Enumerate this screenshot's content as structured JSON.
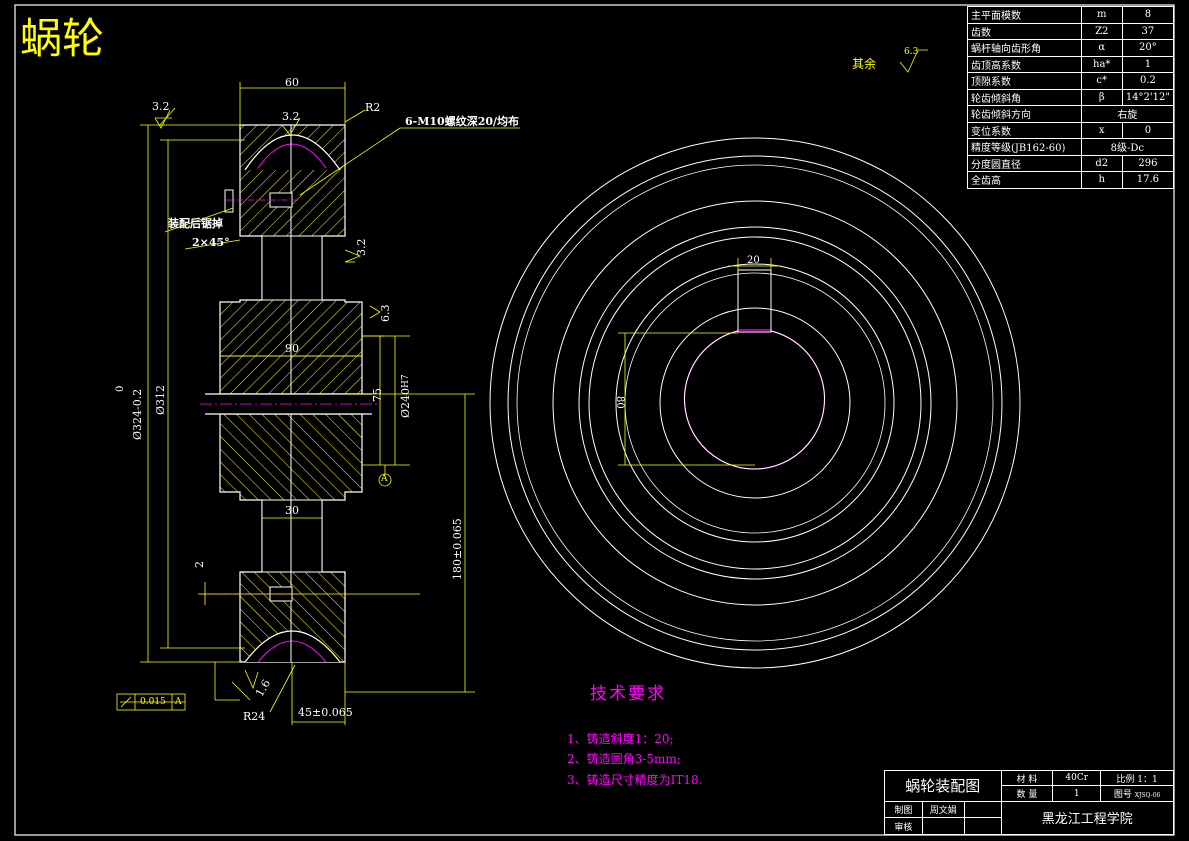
{
  "drawing_title": "蜗轮",
  "surface_note": {
    "label": "其余",
    "roughness": "6.3"
  },
  "section_view": {
    "dims": {
      "width_top": "60",
      "radius_top": "R2",
      "roughness_top_left": "3.2",
      "roughness_top_mid": "3.2",
      "tapped_holes": "6-M10螺纹深20/均布",
      "weld_note": "装配后锯掉",
      "chamfer": "2×45°",
      "roughness_right_web": "3.2",
      "roughness_hub": "6.3",
      "hub_width": "90",
      "dia_outer": "Ø324-0.2",
      "dia_outer_tol_upper": "0",
      "dia_throat": "Ø312",
      "dia_bore": "Ø240",
      "dia_bore_tol": "H7",
      "key_offset": "75",
      "datum": "A",
      "web_width": "30",
      "offset_2": "2",
      "center_distance": "180±0.065",
      "roughness_bottom": "1.6",
      "radius_bottom": "R24",
      "half_width": "45±0.065",
      "runout_value": "0.015",
      "runout_datum": "A"
    }
  },
  "end_view": {
    "keyway_width": "20",
    "bore_dim": "80"
  },
  "tech_requirements": {
    "title": "技术要求",
    "items": [
      "1、铸造斜度1：20;",
      "2、铸造圆角3-5mm;",
      "3、铸造尺寸精度为IT18."
    ]
  },
  "param_table": [
    {
      "name": "主平面模数",
      "sym": "m",
      "val": "8"
    },
    {
      "name": "齿数",
      "sym": "Z2",
      "val": "37"
    },
    {
      "name": "蜗杆轴向齿形角",
      "sym": "α",
      "val": "20°"
    },
    {
      "name": "齿顶高系数",
      "sym": "ha*",
      "val": "1"
    },
    {
      "name": "顶隙系数",
      "sym": "c*",
      "val": "0.2"
    },
    {
      "name": "轮齿倾斜角",
      "sym": "β",
      "val": "14°2'12\""
    },
    {
      "name": "轮齿倾斜方向",
      "sym": "",
      "val": "右旋",
      "merged": true
    },
    {
      "name": "变位系数",
      "sym": "x",
      "val": "0"
    },
    {
      "name": "精度等级(JB162-60)",
      "sym": "",
      "val": "8级-Dc",
      "merged": true
    },
    {
      "name": "分度圆直径",
      "sym": "d2",
      "val": "296"
    },
    {
      "name": "全齿高",
      "sym": "h",
      "val": "17.6"
    }
  ],
  "title_block": {
    "drawing_name": "蜗轮装配图",
    "material_label": "材 料",
    "material": "40Cr",
    "scale_label": "比例",
    "scale": "1：1",
    "qty_label": "数 量",
    "qty": "1",
    "drawing_no_label": "图号",
    "drawing_no": "XJSQ-06",
    "drafter_label": "制图",
    "drafter": "周文娟",
    "reviewer_label": "审核",
    "school": "黑龙江工程学院"
  },
  "colors": {
    "outline": "#ffffff",
    "dimension": "#ffff00",
    "hatch": "#ffff00",
    "highlight": "#ff00ff",
    "background": "#000000"
  }
}
